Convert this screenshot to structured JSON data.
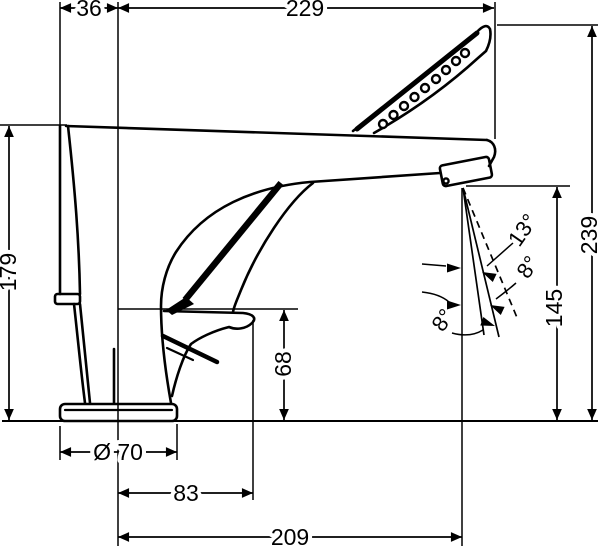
{
  "drawing": {
    "kind": "technical-dimension-drawing",
    "subject": "bath mixer with hand shower, side elevation",
    "units": "mm",
    "line_color": "#000000",
    "background_color": "#ffffff",
    "dimensions": {
      "handle_offset_width": "36",
      "hand_shower_reach": "229",
      "handle_height": "179",
      "spout_lip_height": "68",
      "base_diameter": "Ø 70",
      "spout_lip_reach": "83",
      "outlet_reach": "209",
      "outlet_height": "145",
      "total_height": "239"
    },
    "spray_angles": {
      "outer": "13°",
      "middle": "8°",
      "inner": "8°"
    }
  }
}
